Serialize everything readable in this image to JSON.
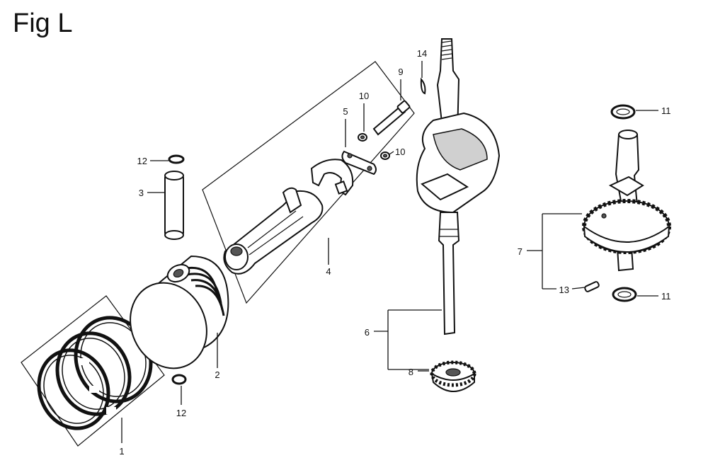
{
  "figure": {
    "title": "Fig L"
  },
  "callouts": {
    "c1": "1",
    "c2": "2",
    "c3": "3",
    "c4": "4",
    "c5": "5",
    "c6": "6",
    "c7": "7",
    "c8": "8",
    "c9": "9",
    "c10a": "10",
    "c10b": "10",
    "c11a": "11",
    "c11b": "11",
    "c12a": "12",
    "c12b": "12",
    "c13": "13",
    "c14": "14"
  }
}
